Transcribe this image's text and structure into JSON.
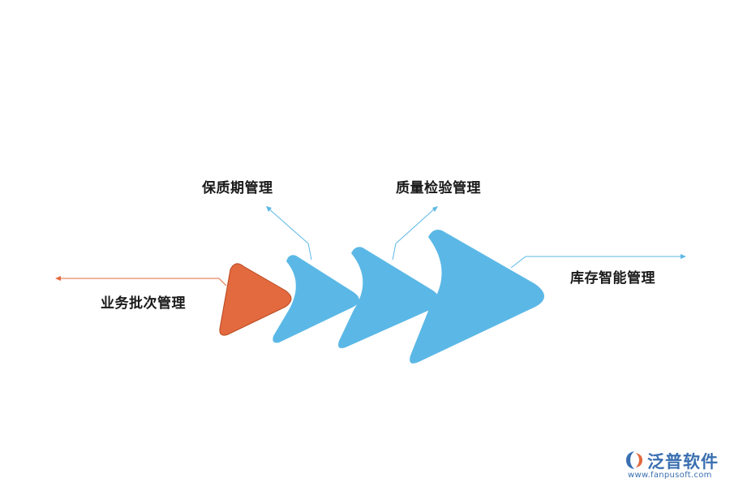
{
  "diagram": {
    "stages": [
      {
        "label": "业务批次管理",
        "color": "#e3693e"
      },
      {
        "label": "保质期管理",
        "color": "#5bb8e6"
      },
      {
        "label": "质量检验管理",
        "color": "#5bb8e6"
      },
      {
        "label": "库存智能管理",
        "color": "#5bb8e6"
      }
    ],
    "line_colors": {
      "orange": "#e3693e",
      "blue": "#5bb8e6"
    }
  },
  "brand": {
    "name": "泛普软件",
    "url": "www.fanpusoft.com",
    "color": "#3a6fb0"
  }
}
